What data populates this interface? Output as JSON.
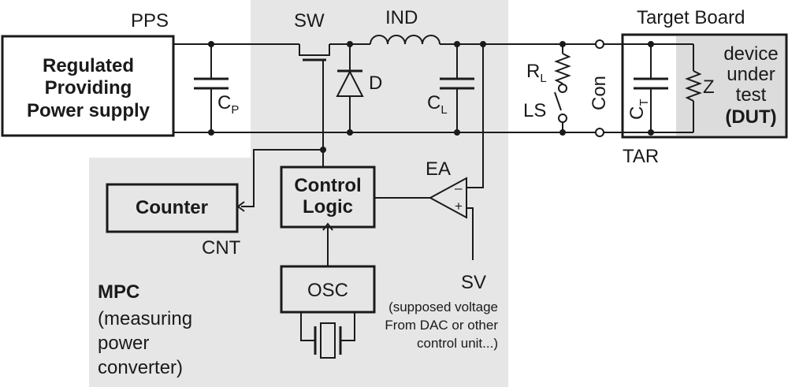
{
  "labels": {
    "pps": "PPS",
    "sw": "SW",
    "ind": "IND",
    "target_board": "Target Board",
    "cp_main": "C",
    "cp_sub": "P",
    "d": "D",
    "cl_main": "C",
    "cl_sub": "L",
    "rl_main": "R",
    "rl_sub": "L",
    "ls": "LS",
    "con": "Con",
    "ct_main": "C",
    "ct_sub": "T",
    "z": "Z",
    "tar": "TAR",
    "ea": "EA",
    "ea_minus": "–",
    "ea_plus": "+",
    "cnt": "CNT",
    "sv": "SV"
  },
  "blocks": {
    "supply_line1": "Regulated",
    "supply_line2": "Providing",
    "supply_line3": "Power supply",
    "counter": "Counter",
    "control_line1": "Control",
    "control_line2": "Logic",
    "osc": "OSC"
  },
  "dut": {
    "line1": "device",
    "line2": "under",
    "line3": "test",
    "line4": "(DUT)"
  },
  "mpc": {
    "line1": "MPC",
    "line2": "(measuring",
    "line3": "power",
    "line4": "converter)"
  },
  "sv_note": {
    "line1": "(supposed voltage",
    "line2": "From DAC or other",
    "line3": "control unit...)"
  },
  "colors": {
    "mpc_shade": "#e6e6e6",
    "dut_shade": "#dcdcdc",
    "line": "#1a1a1a"
  }
}
